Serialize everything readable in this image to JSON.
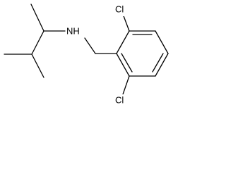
{
  "molecule": {
    "atoms": {
      "nh": "NH",
      "cl_top": "Cl",
      "cl_bottom": "Cl"
    }
  }
}
